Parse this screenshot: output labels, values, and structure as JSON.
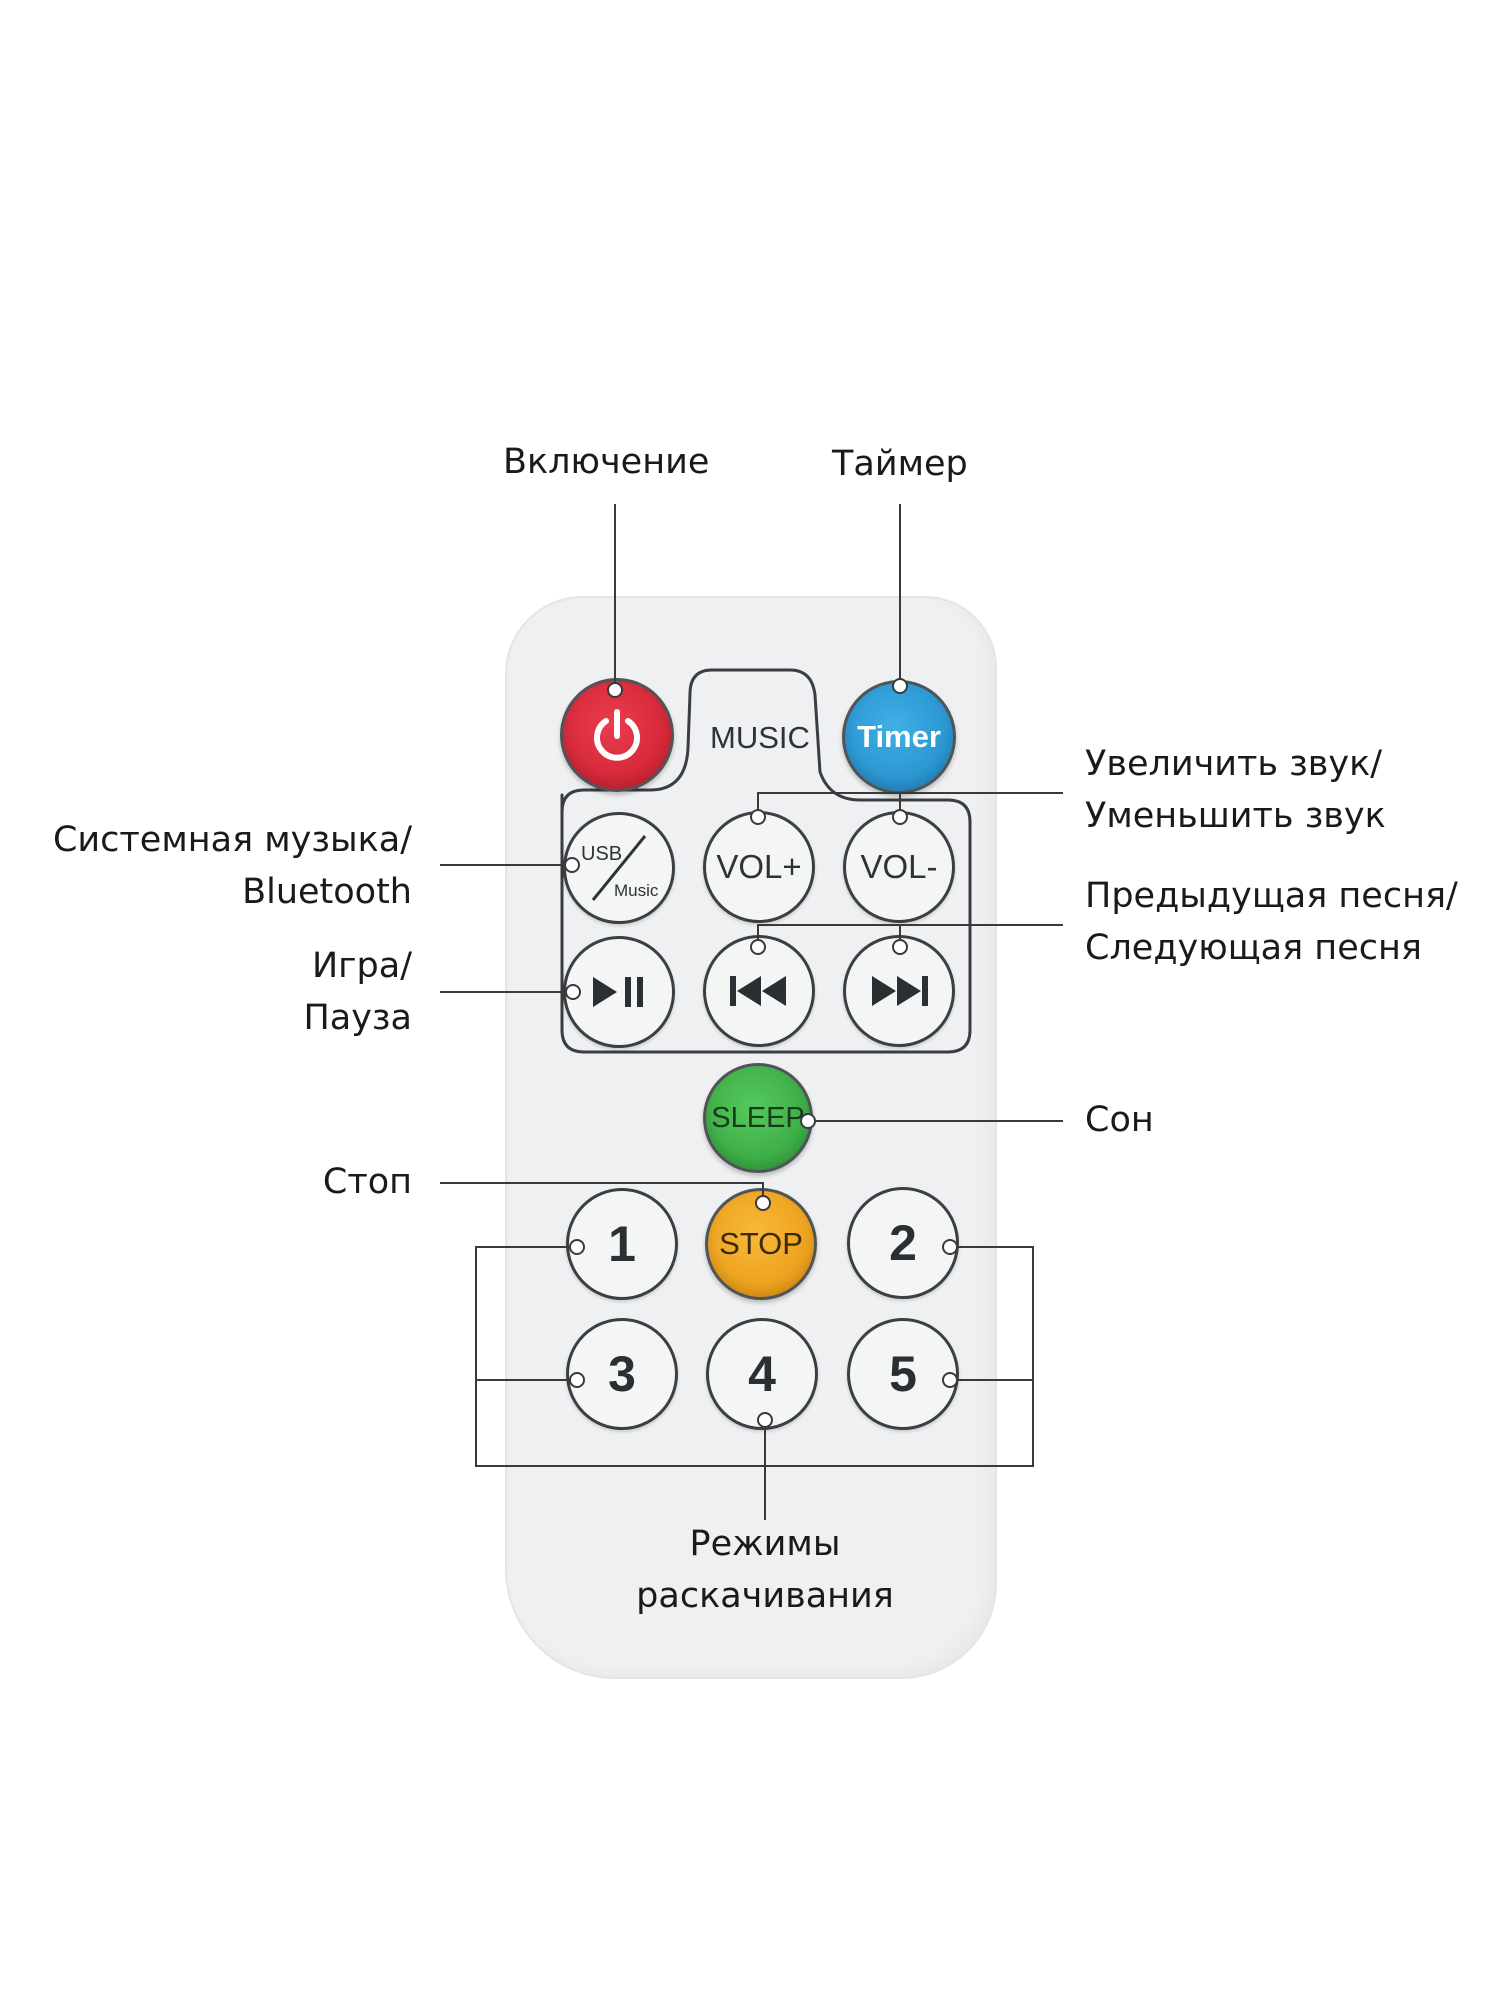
{
  "remote": {
    "section_label": "MUSIC",
    "buttons": {
      "power": "power-icon",
      "timer": "Timer",
      "usb_top": "USB",
      "usb_bottom": "Music",
      "vol_up": "VOL+",
      "vol_down": "VOL-",
      "play_pause": "play-pause-icon",
      "prev": "previous-track-icon",
      "next": "next-track-icon",
      "sleep": "SLEEP",
      "stop": "STOP",
      "num1": "1",
      "num2": "2",
      "num3": "3",
      "num4": "4",
      "num5": "5"
    },
    "colors": {
      "power": "#d8283a",
      "timer": "#2a9ad4",
      "sleep": "#3fb54a",
      "stop": "#f3a51f",
      "body": "#eef0f1",
      "callout_line": "#3a3a3a"
    }
  },
  "callouts": {
    "power": "Включение",
    "timer": "Таймер",
    "volume": [
      "Увеличить звук/",
      "Уменьшить звук"
    ],
    "system_music": [
      "Системная музыка/",
      "Bluetooth"
    ],
    "tracks": [
      "Предыдущая песня/",
      "Следующая песня"
    ],
    "play_pause": [
      "Игра/",
      "Пауза"
    ],
    "sleep": "Сон",
    "stop": "Стоп",
    "swing_modes": [
      "Режимы",
      "раскачивания"
    ]
  }
}
